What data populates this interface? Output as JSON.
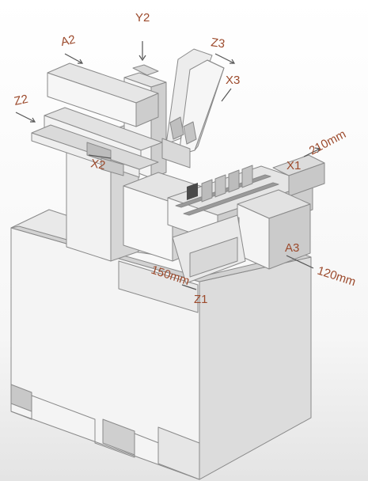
{
  "colors": {
    "label": "#9c4a2c",
    "outline": "#8a8a8a",
    "face_light": "#f3f3f3",
    "face_mid": "#dcdcdc",
    "face_dark": "#b9b9b9",
    "arrow": "#555555"
  },
  "labels": {
    "y2": "Y2",
    "a2": "A2",
    "z3": "Z3",
    "x3": "X3",
    "z2": "Z2",
    "x2": "X2",
    "x1": "X1",
    "x1_travel": "210mm",
    "a3": "A3",
    "a3_travel": "120mm",
    "z1_travel": "150mm",
    "z1": "Z1"
  }
}
